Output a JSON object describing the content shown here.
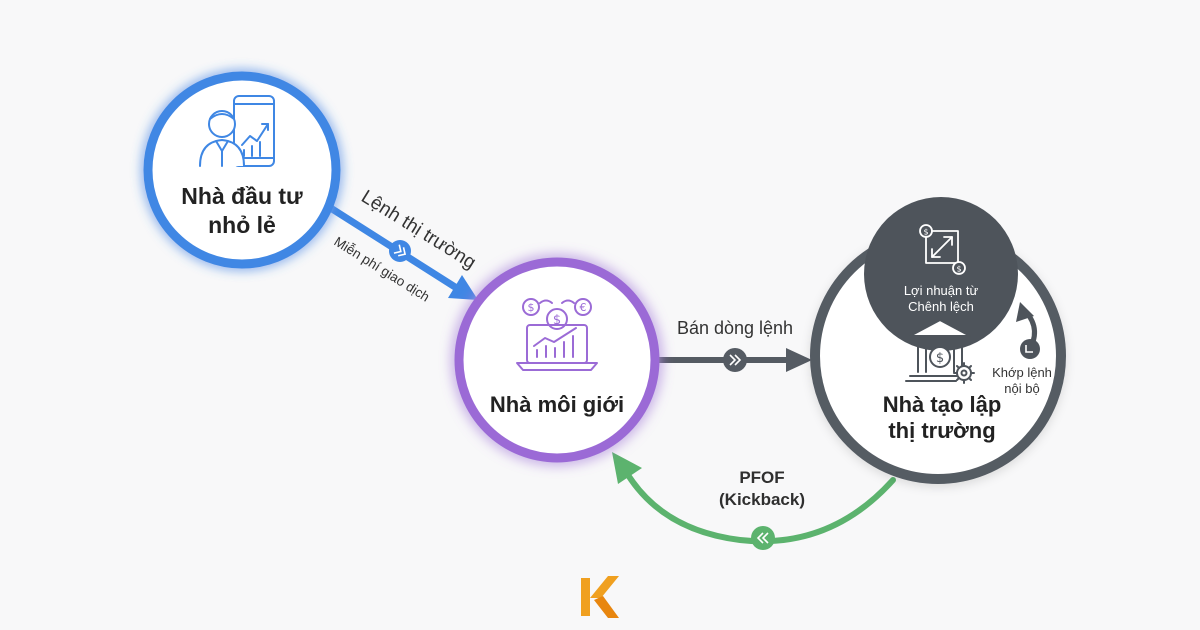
{
  "nodes": {
    "investor": {
      "label_line1": "Nhà đầu tư",
      "label_line2": "nhỏ lẻ"
    },
    "broker": {
      "label": "Nhà môi giới"
    },
    "market_maker": {
      "label_line1": "Nhà tạo lập",
      "label_line2": "thị trường",
      "inner_label_line1": "Lợi nhuận từ",
      "inner_label_line2": "Chênh lệch"
    }
  },
  "edges": {
    "market_order": {
      "label": "Lệnh thị trường",
      "sublabel": "Miễn phí giao dịch"
    },
    "sell_order_flow": {
      "label": "Bán dòng lệnh"
    },
    "pfof": {
      "label_line1": "PFOF",
      "label_line2": "(Kickback)"
    },
    "internal_matching": {
      "label_line1": "Khớp lệnh",
      "label_line2": "nội bộ"
    }
  },
  "colors": {
    "investor": "#3f87e4",
    "broker": "#9b6bd6",
    "market_maker": "#555b63",
    "market_maker_inner": "#4e545b",
    "pfof": "#5cb36e",
    "logo": "#f0a020"
  },
  "icons": {
    "investor": "investor-with-phone-chart-icon",
    "broker": "laptop-currency-chart-icon",
    "spread": "dollar-swap-arrows-icon",
    "bank": "bank-dollar-gear-icon",
    "logo": "k-logo-icon"
  }
}
